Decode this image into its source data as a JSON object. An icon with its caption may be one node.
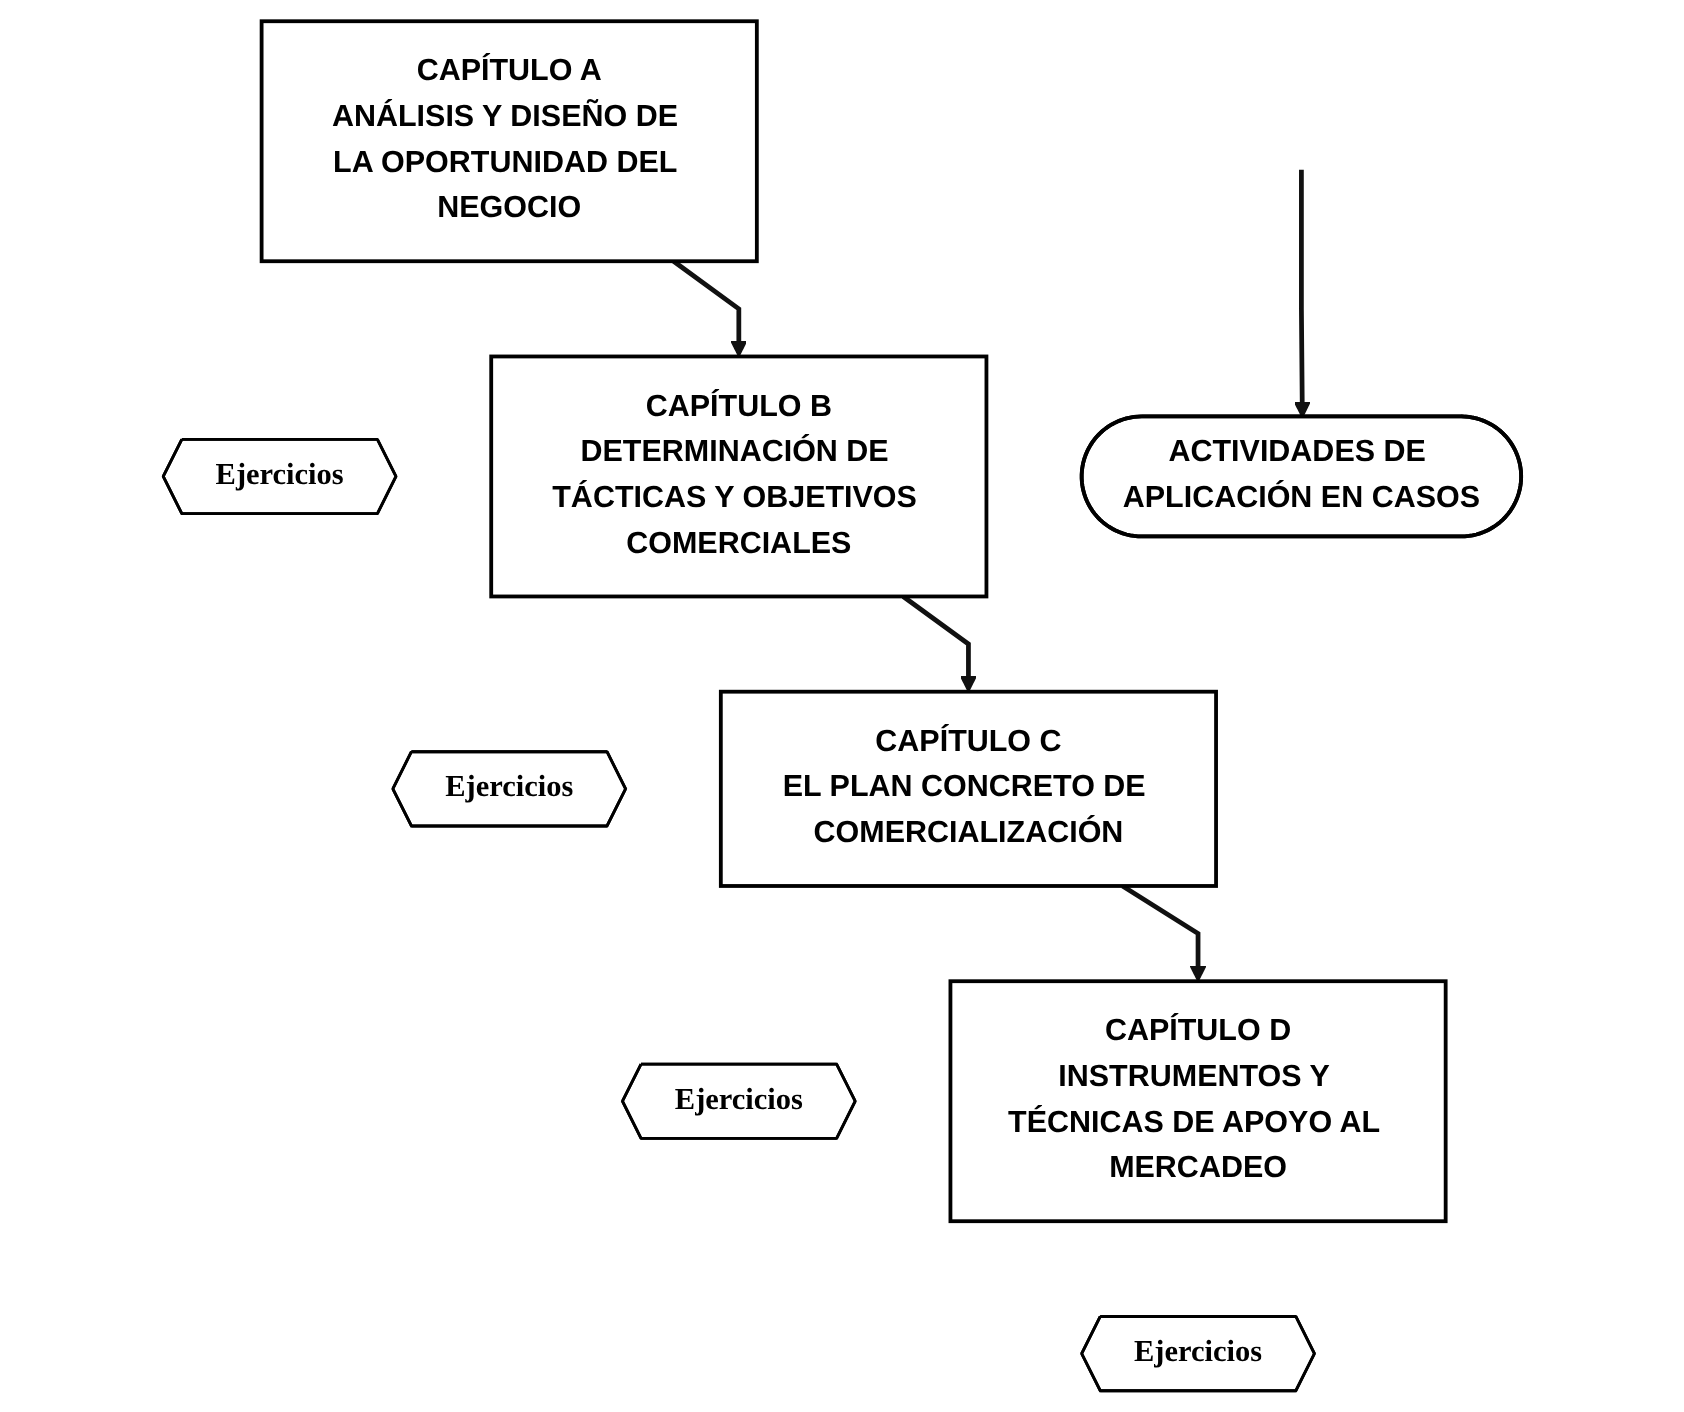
{
  "diagram": {
    "nodes": [
      {
        "text": [
          "CAPÍTULO A",
          "ANÁLISIS Y DISEÑO DE LA OPORTUNIDAD DEL NEGOCIO"
        ]
      },
      {
        "text": [
          "Ejercicios"
        ]
      },
      {
        "text": [
          "CAPÍTULO B",
          "DETERMINACIÓN DE TÁCTICAS Y OBJETIVOS COMERCIALES"
        ]
      },
      {
        "text": [
          "Ejercicios"
        ]
      },
      {
        "text": [
          "CAPÍTULO C",
          "EL PLAN CONCRETO DE COMERCIALIZACIÓN"
        ]
      },
      {
        "text": [
          "Ejercicios"
        ]
      },
      {
        "text": [
          "CAPÍTULO D",
          "INSTRUMENTOS Y TÉCNICAS DE APOYO AL MERCADEO"
        ]
      },
      {
        "text": [
          "Ejercicios"
        ]
      },
      {
        "text": [
          "ACTIVIDADES DE APLICACIÓN EN CASOS"
        ]
      }
    ],
    "edges": [
      {
        "from": 0,
        "to": 2,
        "arrow": "to"
      },
      {
        "from": 2,
        "to": 4,
        "arrow": "to"
      },
      {
        "from": 4,
        "to": 6,
        "arrow": "to"
      },
      {
        "from": null,
        "to": 8,
        "arrow": "to"
      }
    ]
  }
}
